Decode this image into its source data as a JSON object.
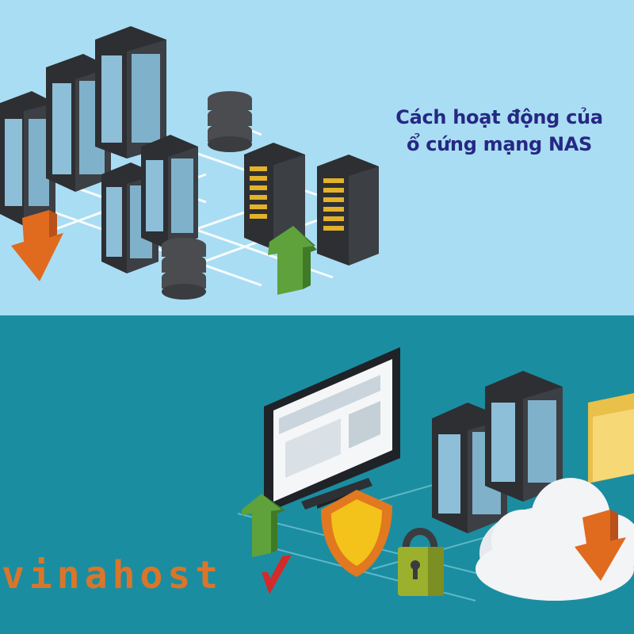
{
  "title": {
    "line1": "Cách hoạt động của",
    "line2": "ổ cứng mạng NAS"
  },
  "brand": {
    "name": "vinahost",
    "color": "#d9762a",
    "mark_color": "#d32a2a"
  },
  "colors": {
    "top_background": "#a9ddf3",
    "bottom_background": "#1b8da1",
    "title": "#262883",
    "server_body": "#2d2f33",
    "server_panel": "#8dbfd8",
    "arrow_orange": "#e06a1e",
    "arrow_green": "#5fa23b",
    "shield": "#f3c21b",
    "lock": "#9bb12d",
    "cloud": "#f2f4f6"
  },
  "icons": [
    "server-rack-icon",
    "database-stack-icon",
    "download-arrow-icon",
    "upload-arrow-icon",
    "monitor-icon",
    "shield-icon",
    "padlock-icon",
    "cloud-icon",
    "folder-icon"
  ]
}
